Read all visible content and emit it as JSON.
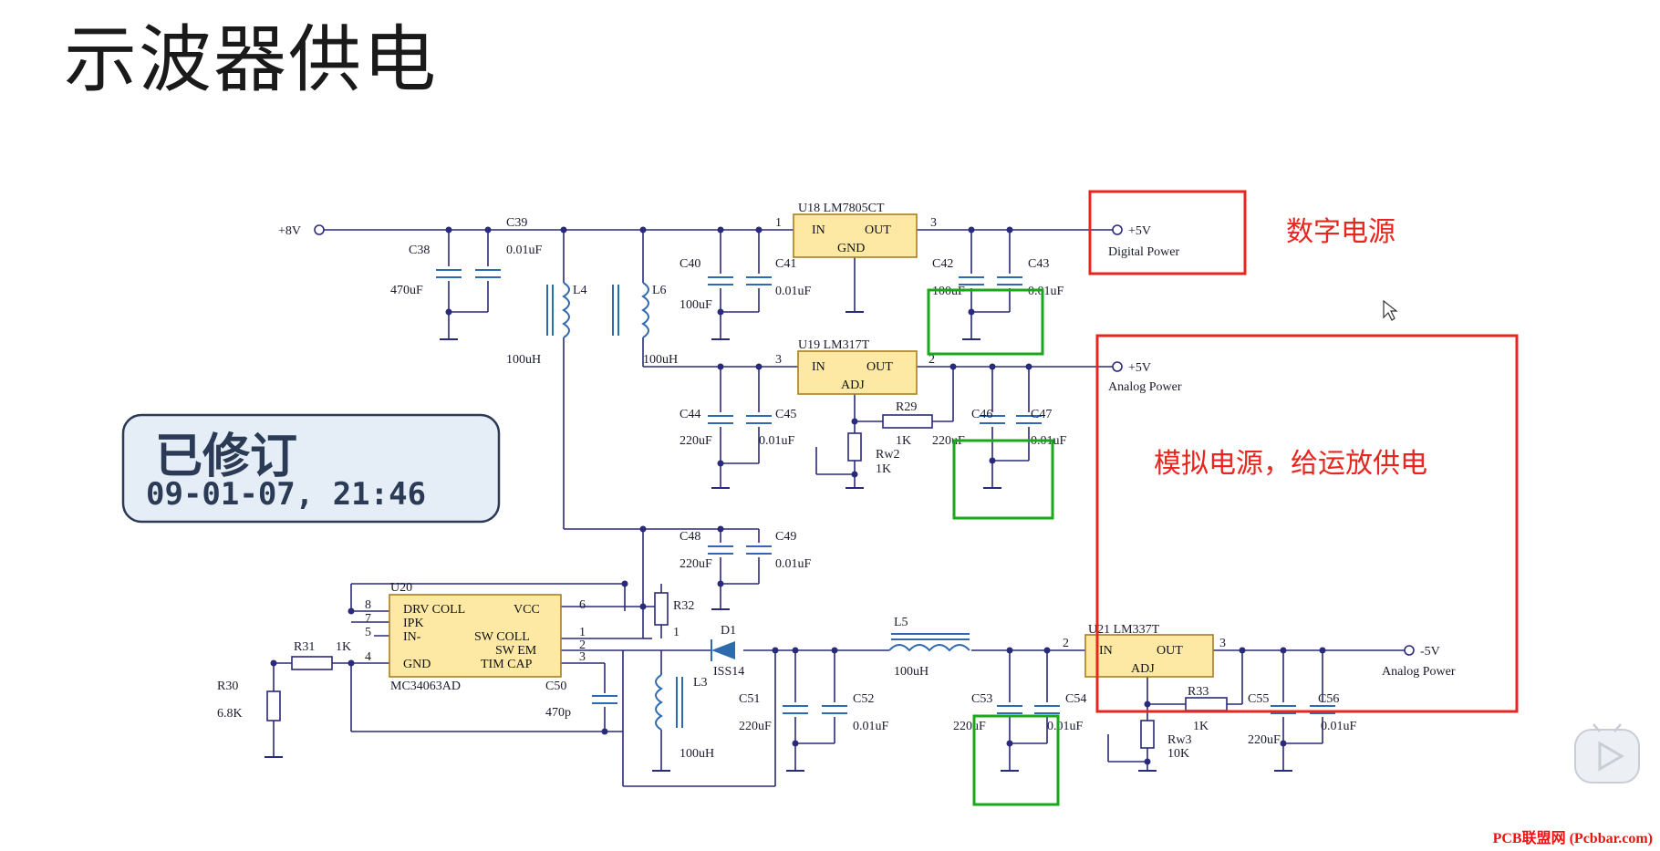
{
  "title": "示波器供电",
  "notes": {
    "digital_power": "数字电源",
    "analog_power": "模拟电源，给运放供电"
  },
  "stamp": {
    "title": "已修订",
    "date": "09-01-07,  21:46"
  },
  "watermark": "PCB联盟网 (Pcbbar.com)",
  "circuit": {
    "input": "+8V",
    "out_digital": "+5V",
    "out_digital_label": "Digital Power",
    "out_analog": "+5V",
    "out_analog_label": "Analog Power",
    "out_neg": "-5V",
    "out_neg_label": "Analog Power",
    "u18_name": "U18  LM7805CT",
    "u19_name": "U19  LM317T",
    "u21_name": "U21  LM337T",
    "u20_name": "U20",
    "u20_part": "MC34063AD",
    "pin_in": "IN",
    "pin_out": "OUT",
    "pin_gnd": "GND",
    "pin_adj": "ADJ",
    "u20_drv": "DRV COLL",
    "u20_vcc": "VCC",
    "u20_ipk": "IPK",
    "u20_inm": "IN-",
    "u20_swcoll": "SW COLL",
    "u20_swem": "SW EM",
    "u20_gnd": "GND",
    "u20_timcap": "TIM CAP",
    "c38": "C38",
    "c38v": "470uF",
    "c39": "C39",
    "c39v": "0.01uF",
    "c40": "C40",
    "c40v": "100uF",
    "c41": "C41",
    "c41v": "0.01uF",
    "c42": "C42",
    "c42v": "100uF",
    "c43": "C43",
    "c43v": "0.01uF",
    "c44": "C44",
    "c44v": "220uF",
    "c45": "C45",
    "c45v": "0.01uF",
    "c46": "C46",
    "c46v": "220uF",
    "c47": "C47",
    "c47v": "0.01uF",
    "c48": "C48",
    "c48v": "220uF",
    "c49": "C49",
    "c49v": "0.01uF",
    "c50": "C50",
    "c50v": "470p",
    "c51": "C51",
    "c51v": "220uF",
    "c52": "C52",
    "c52v": "0.01uF",
    "c53": "C53",
    "c53v": "220uF",
    "c54": "C54",
    "c54v": "0.01uF",
    "c55": "C55",
    "c55v": "220uF",
    "c56": "C56",
    "c56v": "0.01uF",
    "l3": "L3",
    "l3v": "100uH",
    "l4": "L4",
    "l4v": "100uH",
    "l5": "L5",
    "l5v": "100uH",
    "l6": "L6",
    "l6v": "100uH",
    "r29": "R29",
    "r29v": "1K",
    "r30": "R30",
    "r30v": "6.8K",
    "r31": "R31",
    "r31v": "1K",
    "r32": "R32",
    "r32v": "1",
    "r33": "R33",
    "r33v": "1K",
    "rw2": "Rw2",
    "rw2v": "1K",
    "rw3": "Rw3",
    "rw3v": "10K",
    "d1": "D1",
    "d1v": "ISS14",
    "pin1": "1",
    "pin2": "2",
    "pin3": "3",
    "pin4": "4",
    "pin5": "5",
    "pin6": "6",
    "pin7": "7",
    "pin8": "8"
  },
  "colors": {
    "wire": "#2a2a7a",
    "ic_fill": "#fde9a4",
    "ic_border": "#a87f22",
    "cap": "#2f6ab0",
    "red_box": "#e8251e",
    "green_box": "#1aa81a",
    "stamp_bg": "#e5edf7",
    "stamp_border": "#2b3a55"
  }
}
